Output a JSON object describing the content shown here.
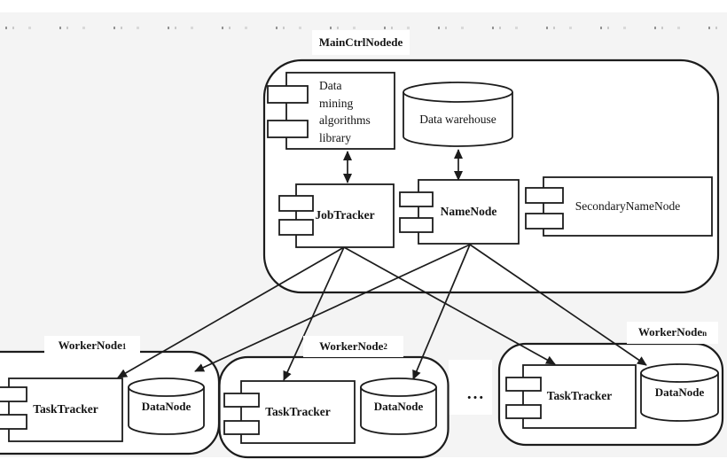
{
  "colors": {
    "background": "#f4f4f4",
    "surface": "#ffffff",
    "ink": "#141414"
  },
  "main_cluster": {
    "label": "MainCtrlNodede",
    "library": {
      "lines": [
        "Data",
        "mining",
        "algorithms",
        "library"
      ]
    },
    "warehouse": {
      "label": "Data warehouse"
    },
    "jobtracker": {
      "label": "JobTracker"
    },
    "namenode": {
      "label": "NameNode"
    },
    "secondarynamenode": {
      "label": "SecondaryNameNode"
    }
  },
  "workers": [
    {
      "base": "WorkerNode",
      "sub": "1",
      "tasktracker": "TaskTracker",
      "datanode": "DataNode"
    },
    {
      "base": "WorkerNode",
      "sub": "2",
      "tasktracker": "TaskTracker",
      "datanode": "DataNode"
    },
    {
      "base": "WorkerNode",
      "sub": "n",
      "tasktracker": "TaskTracker",
      "datanode": "DataNode"
    }
  ],
  "ellipsis": "..."
}
